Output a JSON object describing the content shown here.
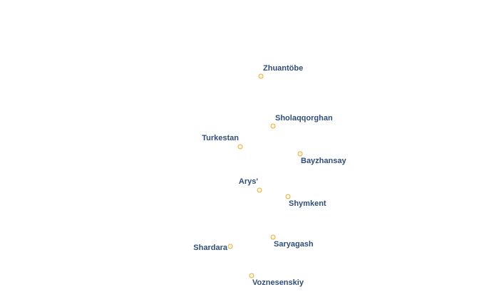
{
  "map": {
    "background_color": "#ffffff",
    "marker_color": "#e8ad3a",
    "label_color": "#2f4d7a",
    "places": [
      {
        "id": "zhuantobe",
        "name": "Zhuantöbe"
      },
      {
        "id": "sholaqqorghan",
        "name": "Sholaqqorghan"
      },
      {
        "id": "turkestan",
        "name": "Turkestan"
      },
      {
        "id": "bayzhansay",
        "name": "Bayzhansay"
      },
      {
        "id": "arys",
        "name": "Arys'"
      },
      {
        "id": "shymkent",
        "name": "Shymkent"
      },
      {
        "id": "saryagash",
        "name": "Saryagash"
      },
      {
        "id": "shardara",
        "name": "Shardara"
      },
      {
        "id": "voznesenskiy",
        "name": "Voznesenskiy"
      }
    ]
  }
}
